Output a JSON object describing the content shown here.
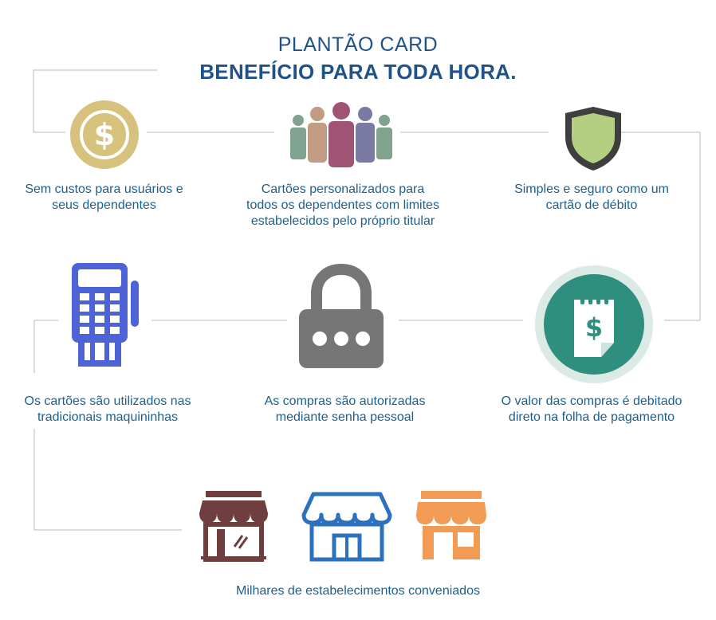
{
  "header": {
    "title_line1": "PLANTÃO CARD",
    "title_line2": "BENEFÍCIO PARA TODA HORA."
  },
  "features": [
    {
      "icon": "dollar-coin-icon",
      "text": "Sem custos para usuários e seus dependentes"
    },
    {
      "icon": "people-group-icon",
      "text": "Cartões personalizados para todos os dependentes com limites estabelecidos pelo próprio titular"
    },
    {
      "icon": "shield-icon",
      "text": "Simples e seguro como um cartão de débito"
    },
    {
      "icon": "card-machine-icon",
      "text": "Os cartões são utilizados nas tradicionais maquininhas"
    },
    {
      "icon": "padlock-icon",
      "text": "As compras são autorizadas mediante senha pessoal"
    },
    {
      "icon": "payslip-dollar-icon",
      "text": "O valor das compras é debitado direto na folha de pagamento"
    },
    {
      "icon": "storefronts-icon",
      "text": "Milhares de estabelecimentos conveniados"
    }
  ],
  "colors": {
    "title": "#1f5288",
    "caption": "#1d5f8f",
    "connector": "#b9b9b9",
    "coin": "#d6c17d",
    "shield": "#b5cf82",
    "machine": "#4d63d6",
    "lock": "#767676",
    "payslip_circle": "#2f8f7f",
    "store_dark": "#6f3f3f",
    "store_blue": "#2b71be",
    "store_orange": "#f29b55"
  }
}
